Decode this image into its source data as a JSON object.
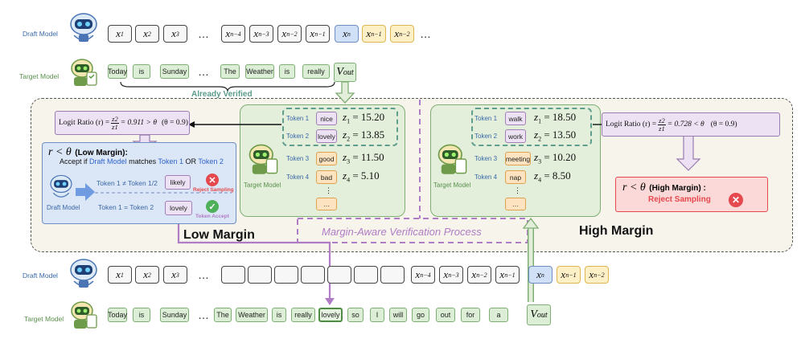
{
  "labels": {
    "draft_model": "Draft Model",
    "target_model": "Target Model",
    "already_verified": "Already Verified",
    "low_margin": "Low Margin",
    "high_margin": "High Margin",
    "process": "Margin-Aware Verification Process"
  },
  "top_draft_row": {
    "tokens": [
      "x1",
      "x2",
      "x3",
      "…",
      "xn−4",
      "xn−3",
      "xn−2",
      "xn−1",
      "xn",
      "xn−1",
      "xn−2",
      "…"
    ]
  },
  "top_target_row": {
    "words": [
      "Today",
      "is",
      "Sunday",
      "…",
      "The",
      "Weather",
      "is",
      "really"
    ],
    "vout": "Vout"
  },
  "left_panel": {
    "tokens": [
      {
        "label": "Token 1",
        "word": "nice",
        "z": "z1 = 15.20"
      },
      {
        "label": "Token 2",
        "word": "lovely",
        "z": "z2 = 13.85"
      },
      {
        "label": "Token 3",
        "word": "good",
        "z": "z3 = 11.50"
      },
      {
        "label": "Token 4",
        "word": "bad",
        "z": "z4 = 5.10"
      }
    ],
    "more": "…",
    "model_label": "Target Model",
    "logit_ratio": {
      "prefix": "Logit Ratio (r) =",
      "num": "z2",
      "den": "z1",
      "value": "= 0.911 > θ",
      "theta": "(θ = 0.9)"
    }
  },
  "right_panel": {
    "tokens": [
      {
        "label": "Token 1",
        "word": "walk",
        "z": "z1 = 18.50"
      },
      {
        "label": "Token 2",
        "word": "work",
        "z": "z2 = 13.50"
      },
      {
        "label": "Token 3",
        "word": "meeting",
        "z": "z3 = 10.20"
      },
      {
        "label": "Token 4",
        "word": "nap",
        "z": "z4 = 8.50"
      }
    ],
    "more": "…",
    "model_label": "Target Model",
    "logit_ratio": {
      "prefix": "Logit Ratio (r) =",
      "num": "z2",
      "den": "z1",
      "value": "= 0.728 < θ",
      "theta": "(θ = 0.9)"
    }
  },
  "low_margin_box": {
    "title_math": "r < θ",
    "title_text": "(Low Margin):",
    "accept_prefix": "Accept if",
    "accept_draft": "Draft Model",
    "accept_mid": "matches",
    "accept_t1": "Token 1",
    "accept_or": "OR",
    "accept_t2": "Token 2",
    "line1": "Token 1 ≠ Token 1/2",
    "line1_word": "likely",
    "reject": "Reject Sampling",
    "line2": "Token 1 = Token 2",
    "line2_word": "lovely",
    "accept": "Token Accept",
    "draft_label": "Draft Model"
  },
  "high_margin_box": {
    "title_math": "r < θ",
    "title_text": "(High Margin) :",
    "reject": "Reject Sampling"
  },
  "bottom_draft_row": {
    "tokens": [
      "x1",
      "x2",
      "x3",
      "…",
      "",
      "",
      "",
      "",
      "",
      "",
      "",
      "xn−4",
      "xn−3",
      "xn−2",
      "xn−1",
      "xn",
      "xn−1",
      "xn−2"
    ]
  },
  "bottom_target_row": {
    "words": [
      "Today",
      "is",
      "Sunday",
      "…",
      "The",
      "Weather",
      "is",
      "really",
      "lovely",
      "so",
      "I",
      "will",
      "go",
      "out",
      "for",
      "a"
    ],
    "vout": "Vout"
  },
  "colors": {
    "draft_blue": "#cfe0f7",
    "draft_yellow": "#fdf0c7",
    "green": "#dcefd6",
    "purple": "#b07cc6",
    "red": "#e5484d"
  }
}
